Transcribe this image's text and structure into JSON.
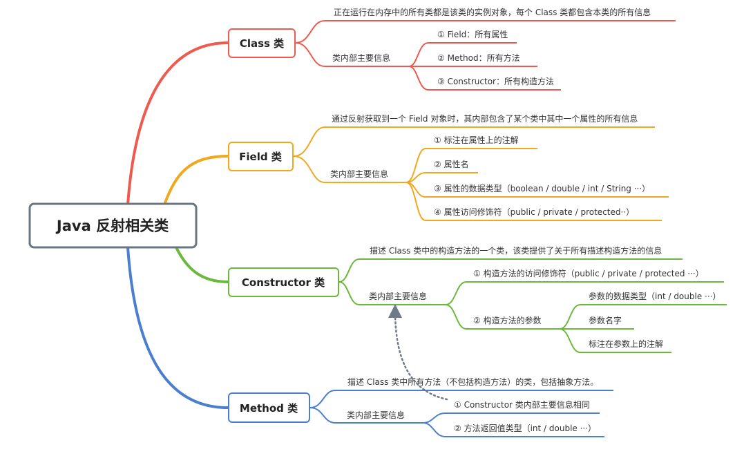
{
  "root": {
    "title": "Java 反射相关类"
  },
  "colors": {
    "class": "#EE5A4F",
    "field": "#F2A81E",
    "constructor": "#6CB83C",
    "method": "#4B7ECF",
    "root_border": "#6B7683",
    "dotted": "#6E7A8A"
  },
  "class": {
    "title": "Class 类",
    "desc": "正在运行在内存中的所有类都是该类的实例对象，每个 Class 类都包含本类的所有信息",
    "info": "类内部主要信息",
    "items": [
      "① Field：所有属性",
      "② Method：所有方法",
      "③ Constructor：所有构造方法"
    ]
  },
  "field": {
    "title": "Field 类",
    "desc": "通过反射获取到一个 Field 对象时，其内部包含了某个类中其中一个属性的所有信息",
    "info": "类内部主要信息",
    "items": [
      "① 标注在属性上的注解",
      "② 属性名",
      "③ 属性的数据类型（boolean / double / int / String ···）",
      "④ 属性访问修饰符（public / private / protected··）"
    ]
  },
  "constructor": {
    "title": "Constructor 类",
    "desc": "描述 Class 类中的构造方法的一个类，该类提供了关于所有描述构造方法的信息",
    "info": "类内部主要信息",
    "item1": "① 构造方法的访问修饰符（public / private / protected ···）",
    "item2": "② 构造方法的参数",
    "params": [
      "参数的数据类型（int / double ···）",
      "参数名字",
      "标注在参数上的注解"
    ]
  },
  "method": {
    "title": "Method 类",
    "desc": "描述 Class 类中所有方法（不包括构造方法）的类，包括抽象方法。",
    "info": "类内部主要信息",
    "items": [
      "① Constructor 类内部主要信息相同",
      "② 方法返回值类型（int / double ···）"
    ]
  }
}
